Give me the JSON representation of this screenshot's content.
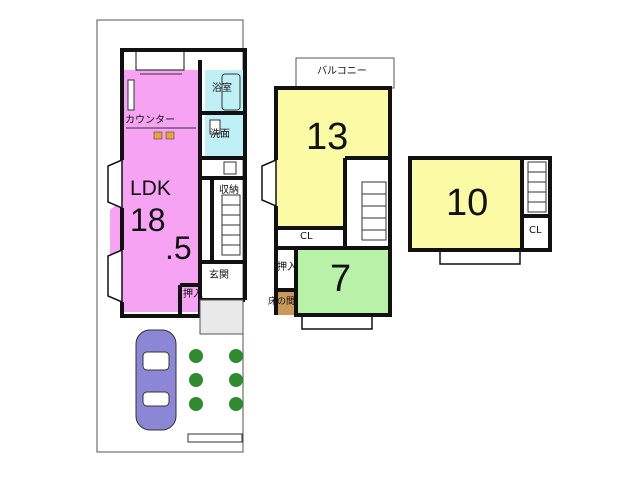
{
  "floor1": {
    "ldk_label": "LDK",
    "ldk_size": "18",
    "ldk_size_decimal": ".5",
    "counter": "カウンター",
    "bath": "浴室",
    "washroom": "洗面",
    "storage": "収納",
    "entrance": "玄関",
    "closet": "押入"
  },
  "floor2": {
    "balcony": "バルコニー",
    "western_room_size": "13",
    "cl": "CL",
    "closet": "押入",
    "tokonoma": "床の間",
    "japanese_room_size": "7"
  },
  "floor3": {
    "room_size": "10",
    "cl": "CL"
  },
  "colors": {
    "ldk": "#f5a3f2",
    "western_room": "#fbfba6",
    "japanese_room": "#b8f2a8",
    "wet_area": "#bff0f5",
    "wall": "#111111",
    "car": "#8c86d6",
    "tree": "#2e8b2e"
  }
}
